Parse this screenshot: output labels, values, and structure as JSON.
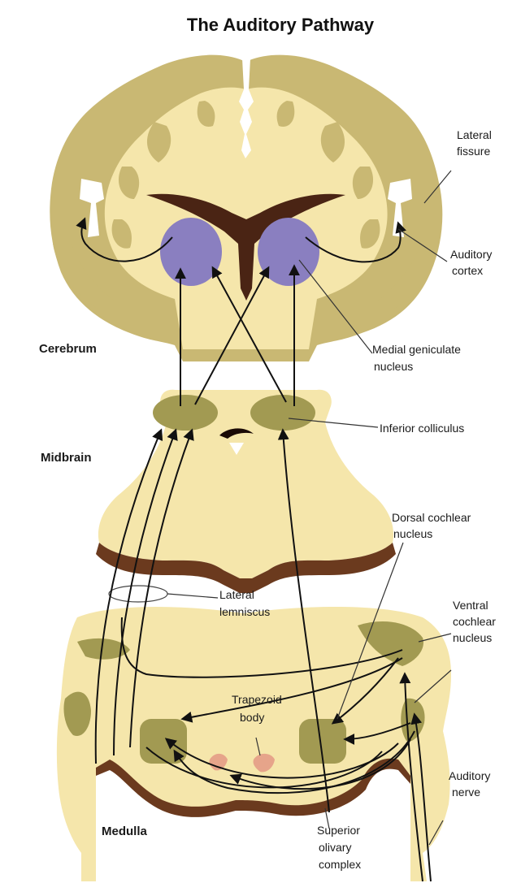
{
  "title": "The Auditory Pathway",
  "labels": {
    "lateral_fissure": [
      "Lateral",
      "fissure"
    ],
    "auditory_cortex": [
      "Auditory",
      "cortex"
    ],
    "cerebrum": "Cerebrum",
    "medial_geniculate": [
      "Medial geniculate",
      "nucleus"
    ],
    "midbrain": "Midbrain",
    "inferior_colliculus": "Inferior colliculus",
    "dorsal_cochlear": [
      "Dorsal cochlear",
      "nucleus"
    ],
    "lateral_lemniscus": [
      "Lateral",
      "lemniscus"
    ],
    "ventral_cochlear": [
      "Ventral",
      "cochlear",
      "nucleus"
    ],
    "trapezoid_body": [
      "Trapezoid",
      "body"
    ],
    "auditory_nerve": [
      "Auditory",
      "nerve"
    ],
    "medulla": "Medulla",
    "superior_olivary": [
      "Superior",
      "olivary",
      "complex"
    ]
  },
  "colors": {
    "cortex_tan": "#c9b873",
    "white_matter": "#f5e6ab",
    "thalamus_purple": "#8a7fc0",
    "nucleus_olive": "#a29a52",
    "brainstem_edge": "#6b3a1e",
    "trapezoid_pink": "#e6a48a",
    "ventricle_brown": "#4a2414"
  }
}
